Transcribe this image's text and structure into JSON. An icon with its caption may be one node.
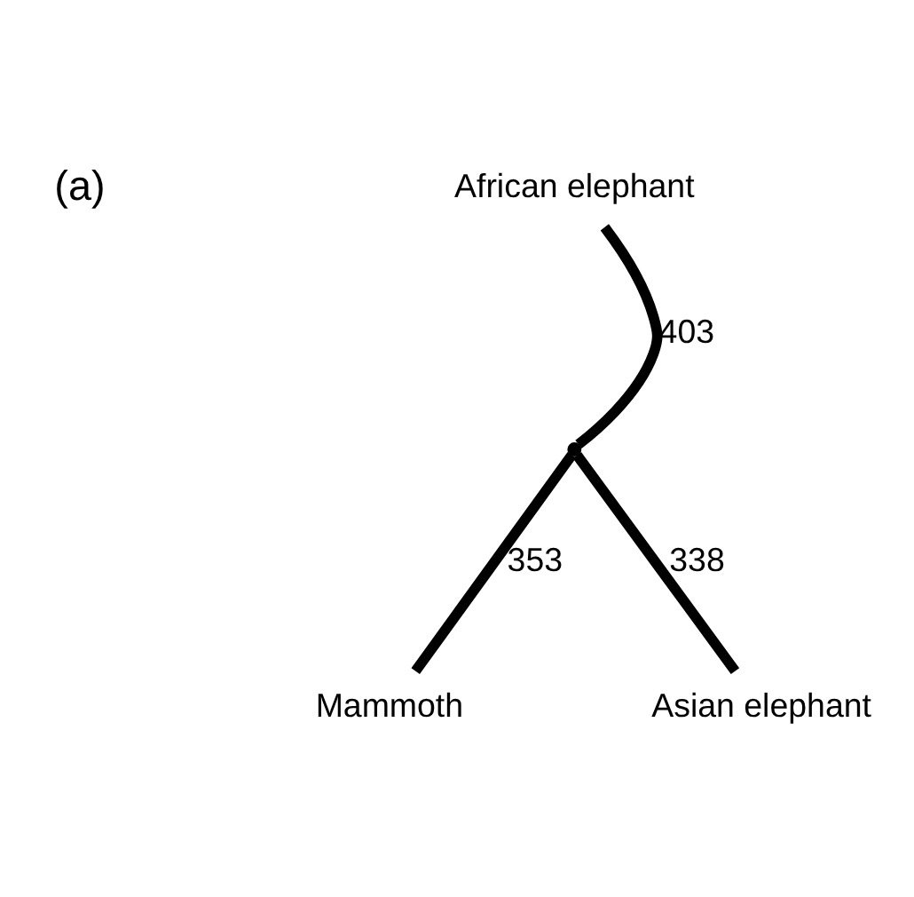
{
  "diagram": {
    "nodes": [
      {
        "text": [
          "African elephant"
        ]
      },
      {
        "text": [],
        "shape": "point"
      },
      {
        "text": [
          "Mammoth"
        ]
      },
      {
        "text": [
          "Asian elephant"
        ]
      }
    ],
    "edges": [
      {
        "from": 1,
        "to": 0,
        "arrow": "none",
        "label": "403"
      },
      {
        "from": 1,
        "to": 2,
        "arrow": "none",
        "label": "353"
      },
      {
        "from": 1,
        "to": 3,
        "arrow": "none",
        "label": "338"
      }
    ],
    "labels": [
      "(a)"
    ]
  }
}
